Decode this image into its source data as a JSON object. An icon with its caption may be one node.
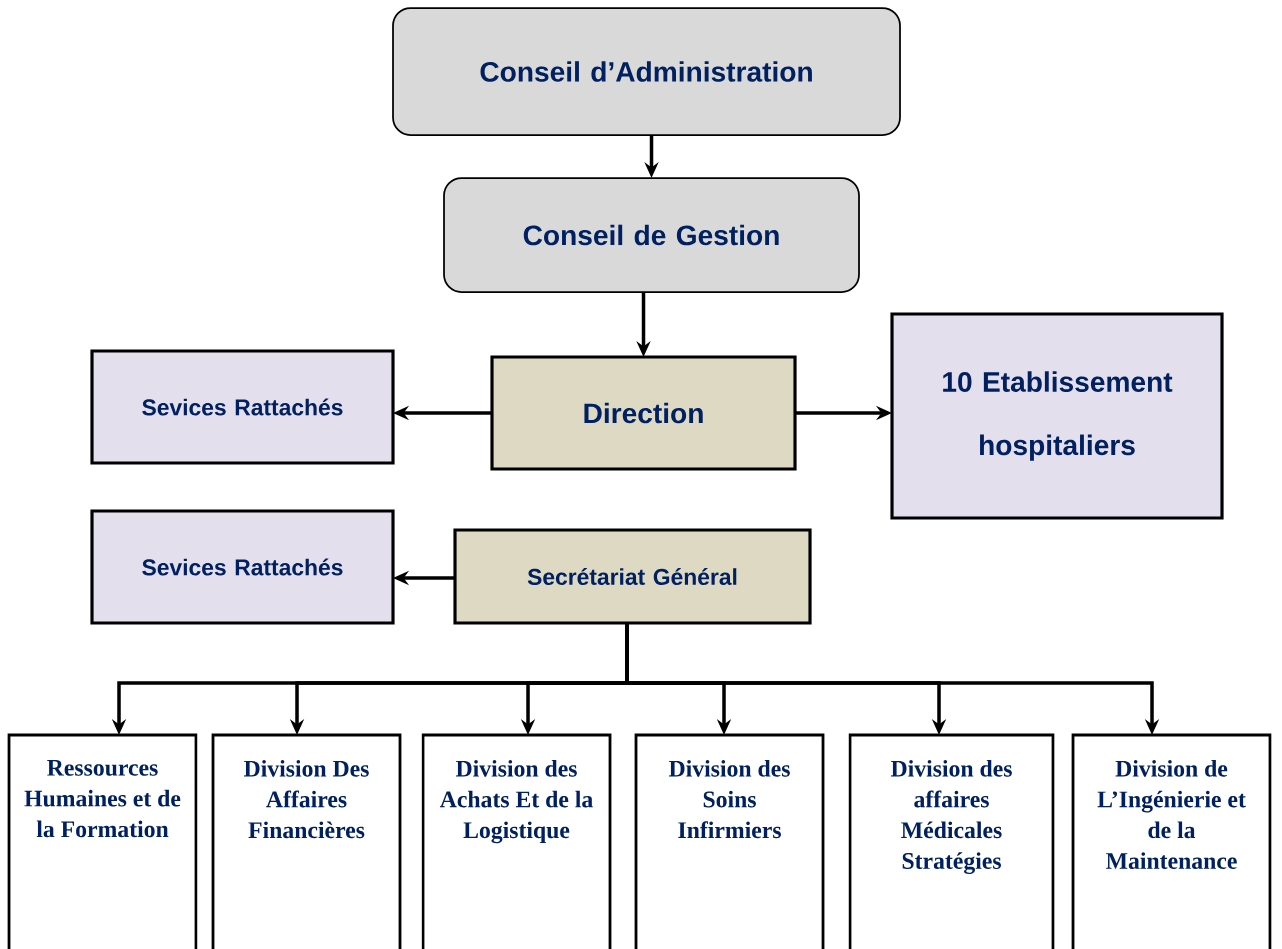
{
  "diagram": {
    "nodes": [
      {
        "text": [
          "Conseil d’Administration"
        ]
      },
      {
        "text": [
          "Conseil de Gestion"
        ]
      },
      {
        "text": [
          "Sevices Rattachés"
        ]
      },
      {
        "text": [
          "Direction"
        ]
      },
      {
        "text": [
          "10 Etablissement hospitaliers"
        ]
      },
      {
        "text": [
          "Sevices Rattachés"
        ]
      },
      {
        "text": [
          "Secrétariat Général"
        ]
      },
      {
        "text": [
          "Ressources Humaines et de la Formation"
        ]
      },
      {
        "text": [
          "Division Des Affaires Financières"
        ]
      },
      {
        "text": [
          "Division des Achats Et de la Logistique"
        ]
      },
      {
        "text": [
          "Division des Soins Infirmiers"
        ]
      },
      {
        "text": [
          "Division des affaires Médicales Stratégies"
        ]
      },
      {
        "text": [
          "Division de L’Ingénierie et de la Maintenance"
        ]
      }
    ],
    "edges": [
      {
        "from": 0,
        "to": 1,
        "arrow": "to"
      },
      {
        "from": 1,
        "to": 3,
        "arrow": "to"
      },
      {
        "from": 3,
        "to": 2,
        "arrow": "to"
      },
      {
        "from": 3,
        "to": 4,
        "arrow": "to"
      },
      {
        "from": 6,
        "to": 5,
        "arrow": "to"
      },
      {
        "from": 6,
        "to": 7,
        "arrow": "to"
      },
      {
        "from": 6,
        "to": 8,
        "arrow": "to"
      },
      {
        "from": 6,
        "to": 9,
        "arrow": "to"
      },
      {
        "from": 6,
        "to": 10,
        "arrow": "to"
      },
      {
        "from": 6,
        "to": 11,
        "arrow": "to"
      },
      {
        "from": 6,
        "to": 12,
        "arrow": "to"
      }
    ]
  }
}
